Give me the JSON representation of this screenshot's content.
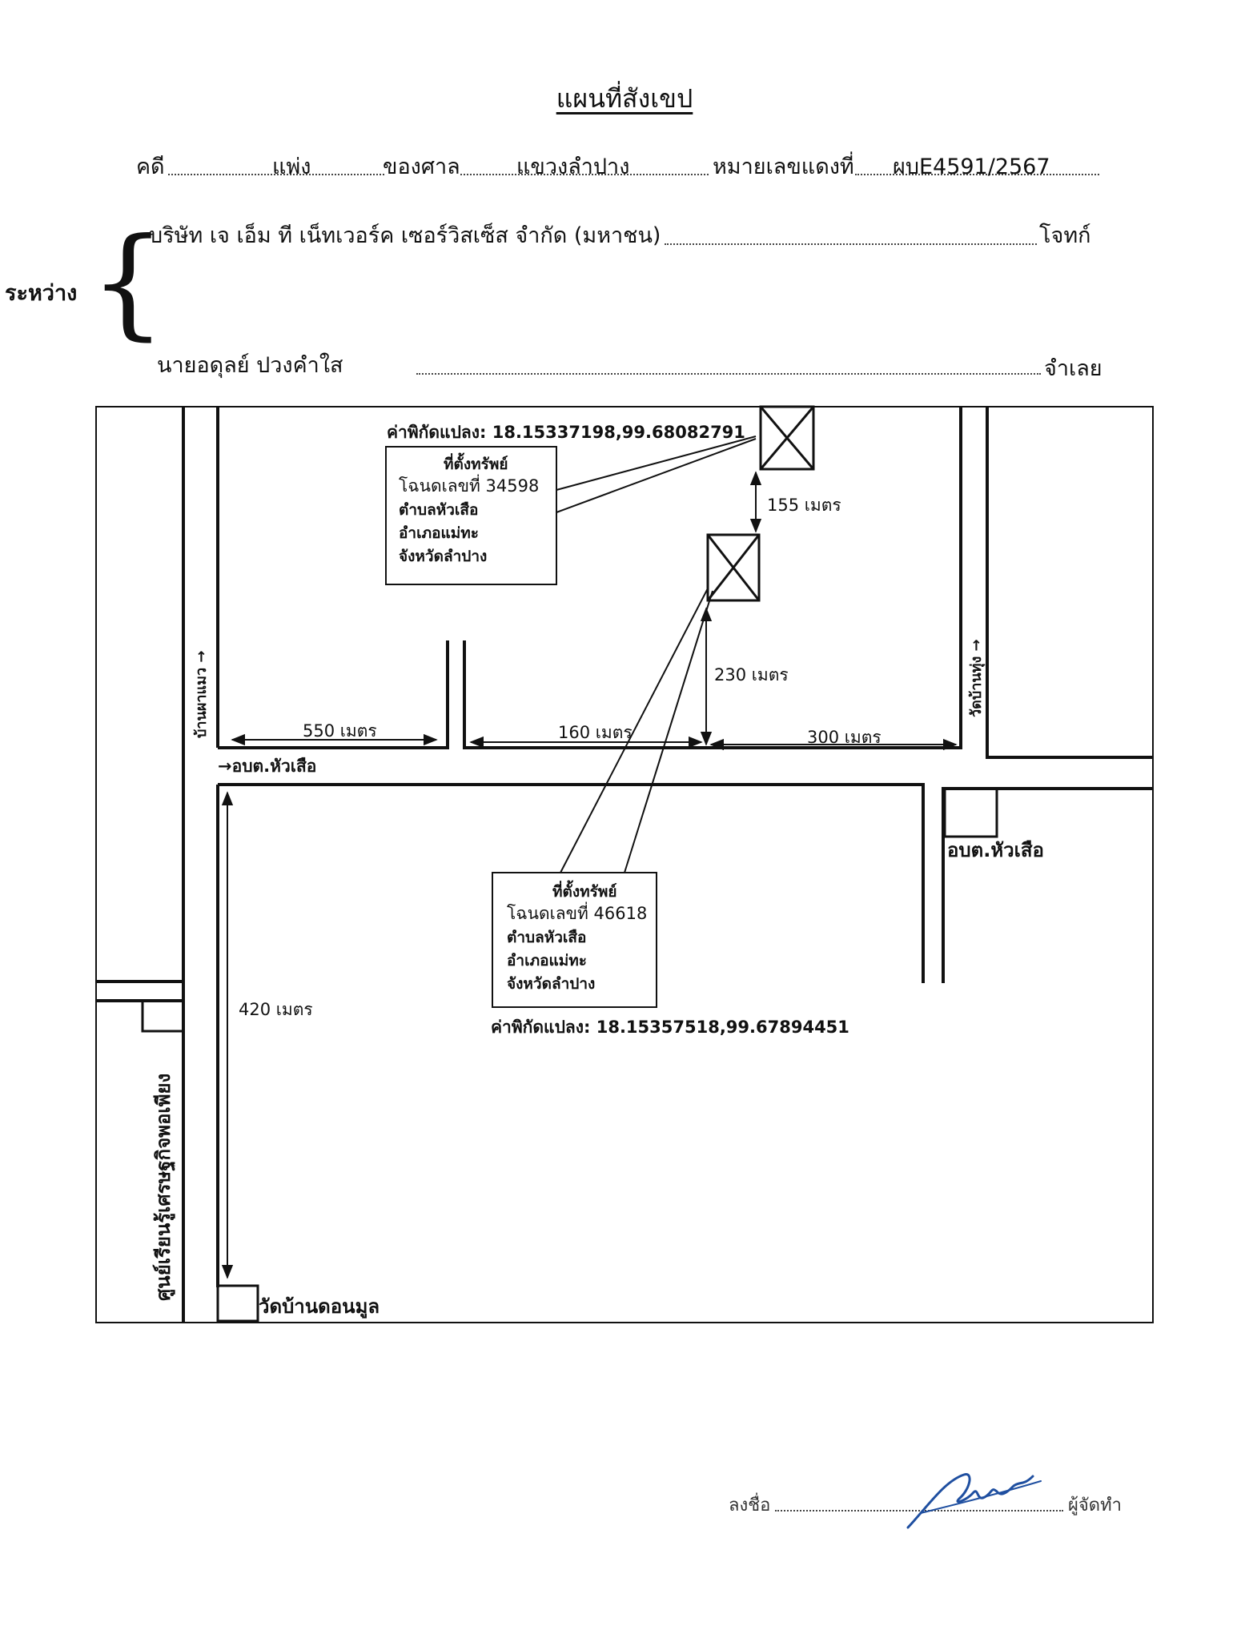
{
  "title": "แผนที่สังเขป",
  "case": {
    "case_label": "คดี",
    "case_type": "แพ่ง",
    "court_label": "ของศาล",
    "court_name": "แขวงลำปาง",
    "red_no_label": "หมายเลขแดงที่",
    "red_no": "ผบE4591/2567"
  },
  "parties": {
    "between_label": "ระหว่าง",
    "plaintiff_name": "บริษัท เจ เอ็ม ที เน็ทเวอร์ค เซอร์วิสเซ็ส จำกัด (มหาชน)",
    "plaintiff_role": "โจทก์",
    "defendant_name": "นายอดุลย์ ปวงคำใส",
    "defendant_role": "จำเลย"
  },
  "map": {
    "coord1": "ค่าพิกัดแปลง: 18.15337198,99.68082791",
    "property1": {
      "title": "ที่ตั้งทรัพย์",
      "deed": "โฉนดเลขที่ 34598",
      "subdistrict": "ตำบลหัวเสือ",
      "district": "อำเภอแม่ทะ",
      "province": "จังหวัดลำปาง"
    },
    "property2": {
      "title": "ที่ตั้งทรัพย์",
      "deed": "โฉนดเลขที่ 46618",
      "subdistrict": "ตำบลหัวเสือ",
      "district": "อำเภอแม่ทะ",
      "province": "จังหวัดลำปาง"
    },
    "coord2": "ค่าพิกัดแปลง: 18.15357518,99.67894451",
    "dist_155": "155 เมตร",
    "dist_230": "230 เมตร",
    "dist_550": "550 เมตร",
    "dist_160": "160 เมตร",
    "dist_300": "300 เมตร",
    "dist_420": "420 เมตร",
    "road_ban_mae_maew": "บ้านผาแมว →",
    "road_wat_ban_thung": "วัดบ้านทุ่ง →",
    "road_obt_arrow": "→อบต.หัวเสือ",
    "landmark_obt": "อบต.หัวเสือ",
    "landmark_learning_center": "ศูนย์เรียนรู้เศรษฐกิจพอเพียง",
    "landmark_wat": "วัดบ้านดอนมูล"
  },
  "signature": {
    "sign_label": "ลงชื่อ",
    "preparer_label": "ผู้จัดทำ"
  },
  "colors": {
    "ink": "#111111",
    "signature_ink": "#1f4fa0"
  }
}
